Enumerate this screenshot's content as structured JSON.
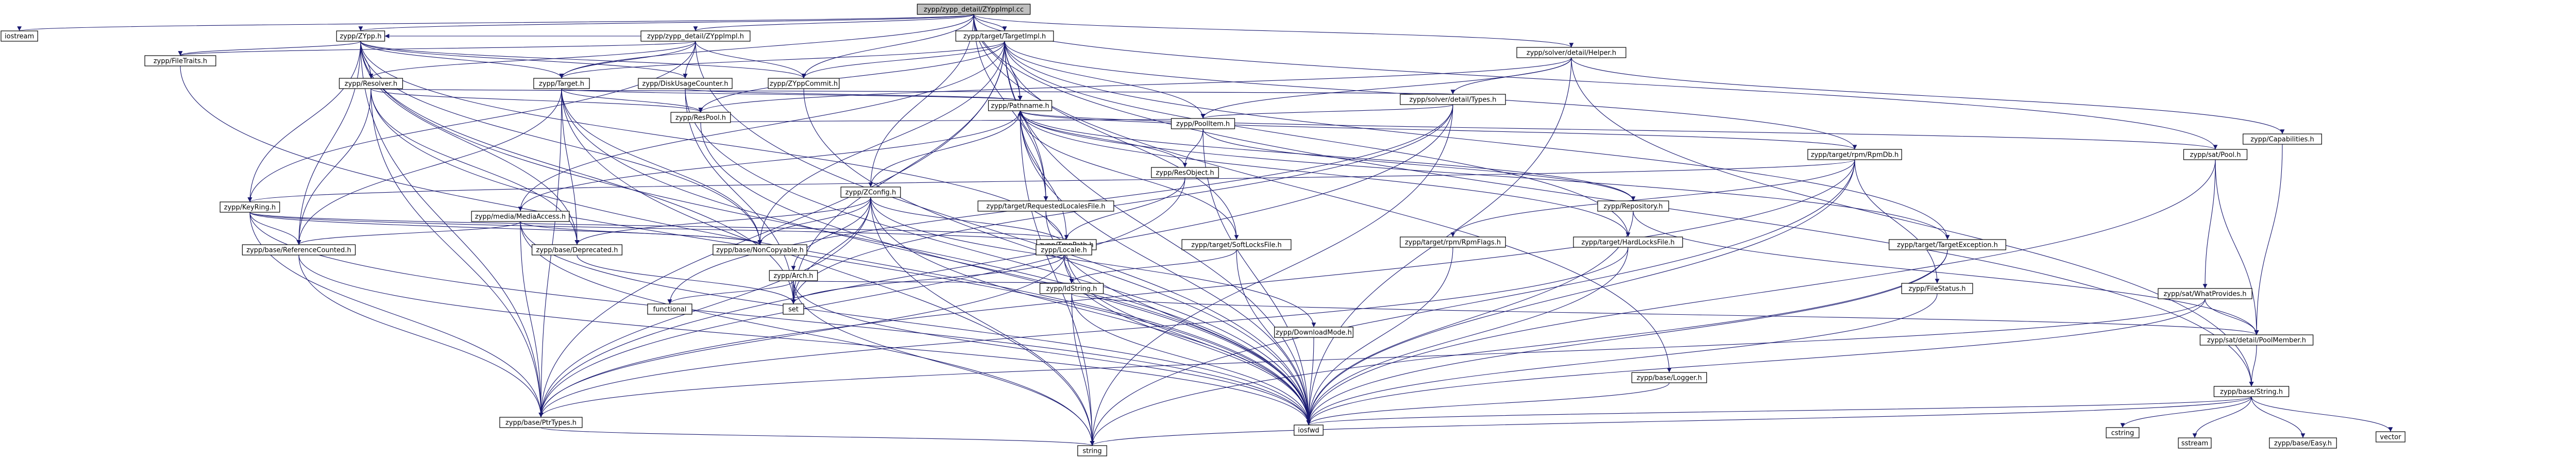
{
  "colors": {
    "root_fill": "#bfbfbf",
    "node_fill": "#ffffff",
    "node_border": "#000000",
    "incomplete_border": "#ff0000",
    "edge": "#191970",
    "text": "#000000"
  },
  "nodes": [
    {
      "id": "root",
      "label": "zypp/zypp_detail/ZYppImpl.cc",
      "kind": "root"
    },
    {
      "id": "iostream",
      "label": "iostream",
      "kind": "system"
    },
    {
      "id": "zypp_h",
      "label": "zypp/ZYpp.h",
      "kind": "local"
    },
    {
      "id": "zyppimpl_h",
      "label": "zypp/zypp_detail/ZYppImpl.h",
      "kind": "local"
    },
    {
      "id": "targetimpl_h",
      "label": "zypp/target/TargetImpl.h",
      "kind": "local"
    },
    {
      "id": "helper_h",
      "label": "zypp/solver/detail/Helper.h",
      "kind": "local"
    },
    {
      "id": "capabilities_h",
      "label": "zypp/Capabilities.h",
      "kind": "incomplete"
    },
    {
      "id": "zconfig_h",
      "label": "zypp/ZConfig.h",
      "kind": "local"
    },
    {
      "id": "pathname_h",
      "label": "zypp/Pathname.h",
      "kind": "local"
    },
    {
      "id": "pool_h",
      "label": "zypp/sat/Pool.h",
      "kind": "local"
    },
    {
      "id": "filetraits_h",
      "label": "zypp/FileTraits.h",
      "kind": "incomplete"
    },
    {
      "id": "resolver_h",
      "label": "zypp/Resolver.h",
      "kind": "incomplete"
    },
    {
      "id": "target_h",
      "label": "zypp/Target.h",
      "kind": "incomplete"
    },
    {
      "id": "diskusage_h",
      "label": "zypp/DiskUsageCounter.h",
      "kind": "local"
    },
    {
      "id": "zyppcommit_h",
      "label": "zypp/ZYppCommit.h",
      "kind": "incomplete"
    },
    {
      "id": "solvertypes_h",
      "label": "zypp/solver/detail/Types.h",
      "kind": "incomplete"
    },
    {
      "id": "respool_h",
      "label": "zypp/ResPool.h",
      "kind": "incomplete"
    },
    {
      "id": "pooltem_h",
      "label": "zypp/PoolItem.h",
      "kind": "local"
    },
    {
      "id": "keyring_h",
      "label": "zypp/KeyRing.h",
      "kind": "incomplete"
    },
    {
      "id": "mediaaccess_h",
      "label": "zypp/media/MediaAccess.h",
      "kind": "incomplete"
    },
    {
      "id": "resobject_h",
      "label": "zypp/ResObject.h",
      "kind": "incomplete"
    },
    {
      "id": "rpmdb_h",
      "label": "zypp/target/rpm/RpmDb.h",
      "kind": "incomplete"
    },
    {
      "id": "reqlocales_h",
      "label": "zypp/target/RequestedLocalesFile.h",
      "kind": "local"
    },
    {
      "id": "softlocks_h",
      "label": "zypp/target/SoftLocksFile.h",
      "kind": "local"
    },
    {
      "id": "hardlocks_h",
      "label": "zypp/target/HardLocksFile.h",
      "kind": "incomplete"
    },
    {
      "id": "targetexc_h",
      "label": "zypp/target/TargetException.h",
      "kind": "incomplete"
    },
    {
      "id": "tmppath_h",
      "label": "zypp/TmpPath.h",
      "kind": "local"
    },
    {
      "id": "rpmflags_h",
      "label": "zypp/target/rpm/RpmFlags.h",
      "kind": "incomplete"
    },
    {
      "id": "repository_h",
      "label": "zypp/Repository.h",
      "kind": "incomplete"
    },
    {
      "id": "refcounted_h",
      "label": "zypp/base/ReferenceCounted.h",
      "kind": "local"
    },
    {
      "id": "noncopyable_h",
      "label": "zypp/base/NonCopyable.h",
      "kind": "local"
    },
    {
      "id": "deprecated_h",
      "label": "zypp/base/Deprecated.h",
      "kind": "local"
    },
    {
      "id": "locale_h",
      "label": "zypp/Locale.h",
      "kind": "incomplete"
    },
    {
      "id": "arch_h",
      "label": "zypp/Arch.h",
      "kind": "incomplete"
    },
    {
      "id": "idstring_h",
      "label": "zypp/IdString.h",
      "kind": "incomplete"
    },
    {
      "id": "whatprovides_h",
      "label": "zypp/sat/WhatProvides.h",
      "kind": "incomplete"
    },
    {
      "id": "poolmember_h",
      "label": "zypp/sat/detail/PoolMember.h",
      "kind": "incomplete"
    },
    {
      "id": "filestatus_h",
      "label": "zypp/FileStatus.h",
      "kind": "incomplete"
    },
    {
      "id": "downloadmode_h",
      "label": "zypp/DownloadMode.h",
      "kind": "local"
    },
    {
      "id": "logger_h",
      "label": "zypp/base/Logger.h",
      "kind": "local"
    },
    {
      "id": "string_h",
      "label": "zypp/base/String.h",
      "kind": "local"
    },
    {
      "id": "ptrtypes_h",
      "label": "zypp/base/PtrTypes.h",
      "kind": "incomplete"
    },
    {
      "id": "easy_h",
      "label": "zypp/base/Easy.h",
      "kind": "local"
    },
    {
      "id": "set",
      "label": "set",
      "kind": "system"
    },
    {
      "id": "functional",
      "label": "functional",
      "kind": "system"
    },
    {
      "id": "iosfwd",
      "label": "iosfwd",
      "kind": "system"
    },
    {
      "id": "cstring",
      "label": "cstring",
      "kind": "system"
    },
    {
      "id": "sstream",
      "label": "sstream",
      "kind": "system"
    },
    {
      "id": "vector",
      "label": "vector",
      "kind": "system"
    },
    {
      "id": "string",
      "label": "string",
      "kind": "system"
    }
  ],
  "edges": [
    [
      "root",
      "iostream"
    ],
    [
      "root",
      "zypp_h"
    ],
    [
      "root",
      "zyppimpl_h"
    ],
    [
      "root",
      "targetimpl_h"
    ],
    [
      "root",
      "helper_h"
    ],
    [
      "root",
      "zconfig_h"
    ],
    [
      "root",
      "pool_h"
    ],
    [
      "root",
      "pathname_h"
    ],
    [
      "root",
      "target_h"
    ],
    [
      "root",
      "zyppcommit_h"
    ],
    [
      "root",
      "reqlocales_h"
    ],
    [
      "root",
      "logger_h"
    ],
    [
      "root",
      "string_h"
    ],
    [
      "zypp_h",
      "filetraits_h"
    ],
    [
      "zypp_h",
      "resolver_h"
    ],
    [
      "zypp_h",
      "target_h"
    ],
    [
      "zypp_h",
      "diskusage_h"
    ],
    [
      "zypp_h",
      "zyppcommit_h"
    ],
    [
      "zypp_h",
      "keyring_h"
    ],
    [
      "zypp_h",
      "refcounted_h"
    ],
    [
      "zypp_h",
      "noncopyable_h"
    ],
    [
      "zypp_h",
      "deprecated_h"
    ],
    [
      "zypp_h",
      "ptrtypes_h"
    ],
    [
      "zypp_h",
      "iosfwd"
    ],
    [
      "zypp_h",
      "set"
    ],
    [
      "zypp_h",
      "locale_h"
    ],
    [
      "zyppimpl_h",
      "zypp_h"
    ],
    [
      "zyppimpl_h",
      "target_h"
    ],
    [
      "zyppimpl_h",
      "resolver_h"
    ],
    [
      "zyppimpl_h",
      "zyppcommit_h"
    ],
    [
      "zyppimpl_h",
      "diskusage_h"
    ],
    [
      "zyppimpl_h",
      "keyring_h"
    ],
    [
      "zyppimpl_h",
      "iosfwd"
    ],
    [
      "zyppimpl_h",
      "filetraits_h"
    ],
    [
      "targetimpl_h",
      "target_h"
    ],
    [
      "targetimpl_h",
      "zyppcommit_h"
    ],
    [
      "targetimpl_h",
      "respool_h"
    ],
    [
      "targetimpl_h",
      "pathname_h"
    ],
    [
      "targetimpl_h",
      "mediaaccess_h"
    ],
    [
      "targetimpl_h",
      "rpmdb_h"
    ],
    [
      "targetimpl_h",
      "reqlocales_h"
    ],
    [
      "targetimpl_h",
      "softlocks_h"
    ],
    [
      "targetimpl_h",
      "hardlocks_h"
    ],
    [
      "targetimpl_h",
      "targetexc_h"
    ],
    [
      "targetimpl_h",
      "noncopyable_h"
    ],
    [
      "targetimpl_h",
      "ptrtypes_h"
    ],
    [
      "targetimpl_h",
      "iosfwd"
    ],
    [
      "targetimpl_h",
      "set"
    ],
    [
      "targetimpl_h",
      "pooltem_h"
    ],
    [
      "helper_h",
      "solvertypes_h"
    ],
    [
      "helper_h",
      "respool_h"
    ],
    [
      "helper_h",
      "pooltem_h"
    ],
    [
      "helper_h",
      "capabilities_h"
    ],
    [
      "helper_h",
      "string_h"
    ],
    [
      "helper_h",
      "iosfwd"
    ],
    [
      "capabilities_h",
      "poolmember_h"
    ],
    [
      "zconfig_h",
      "noncopyable_h"
    ],
    [
      "zconfig_h",
      "ptrtypes_h"
    ],
    [
      "zconfig_h",
      "arch_h"
    ],
    [
      "zconfig_h",
      "locale_h"
    ],
    [
      "zconfig_h",
      "pathname_h"
    ],
    [
      "zconfig_h",
      "iosfwd"
    ],
    [
      "zconfig_h",
      "string"
    ],
    [
      "zconfig_h",
      "set"
    ],
    [
      "zconfig_h",
      "downloadmode_h"
    ],
    [
      "zconfig_h",
      "deprecated_h"
    ],
    [
      "pool_h",
      "whatprovides_h"
    ],
    [
      "pool_h",
      "poolmember_h"
    ],
    [
      "pool_h",
      "pathname_h"
    ],
    [
      "pool_h",
      "iosfwd"
    ],
    [
      "pathname_h",
      "iosfwd"
    ],
    [
      "pathname_h",
      "string"
    ],
    [
      "filetraits_h",
      "iosfwd"
    ],
    [
      "resolver_h",
      "respool_h"
    ],
    [
      "resolver_h",
      "refcounted_h"
    ],
    [
      "resolver_h",
      "ptrtypes_h"
    ],
    [
      "resolver_h",
      "iosfwd"
    ],
    [
      "resolver_h",
      "solvertypes_h"
    ],
    [
      "resolver_h",
      "deprecated_h"
    ],
    [
      "target_h",
      "refcounted_h"
    ],
    [
      "target_h",
      "noncopyable_h"
    ],
    [
      "target_h",
      "ptrtypes_h"
    ],
    [
      "target_h",
      "deprecated_h"
    ],
    [
      "target_h",
      "pathname_h"
    ],
    [
      "target_h",
      "respool_h"
    ],
    [
      "target_h",
      "iosfwd"
    ],
    [
      "target_h",
      "string"
    ],
    [
      "diskusage_h",
      "pathname_h"
    ],
    [
      "diskusage_h",
      "set"
    ],
    [
      "diskusage_h",
      "iosfwd"
    ],
    [
      "zyppcommit_h",
      "iosfwd"
    ],
    [
      "solvertypes_h",
      "pooltem_h"
    ],
    [
      "solvertypes_h",
      "ptrtypes_h"
    ],
    [
      "solvertypes_h",
      "set"
    ],
    [
      "solvertypes_h",
      "functional"
    ],
    [
      "solvertypes_h",
      "string"
    ],
    [
      "respool_h",
      "pooltem_h"
    ],
    [
      "respool_h",
      "iosfwd"
    ],
    [
      "pooltem_h",
      "resobject_h"
    ],
    [
      "pooltem_h",
      "iosfwd"
    ],
    [
      "pooltem_h",
      "repository_h"
    ],
    [
      "keyring_h",
      "refcounted_h"
    ],
    [
      "keyring_h",
      "ptrtypes_h"
    ],
    [
      "keyring_h",
      "iosfwd"
    ],
    [
      "keyring_h",
      "tmppath_h"
    ],
    [
      "keyring_h",
      "locale_h"
    ],
    [
      "keyring_h",
      "noncopyable_h"
    ],
    [
      "mediaaccess_h",
      "refcounted_h"
    ],
    [
      "mediaaccess_h",
      "noncopyable_h"
    ],
    [
      "mediaaccess_h",
      "ptrtypes_h"
    ],
    [
      "mediaaccess_h",
      "pathname_h"
    ],
    [
      "mediaaccess_h",
      "iosfwd"
    ],
    [
      "mediaaccess_h",
      "string"
    ],
    [
      "resobject_h",
      "locale_h"
    ],
    [
      "resobject_h",
      "ptrtypes_h"
    ],
    [
      "resobject_h",
      "pathname_h"
    ],
    [
      "rpmdb_h",
      "rpmflags_h"
    ],
    [
      "rpmdb_h",
      "pathname_h"
    ],
    [
      "rpmdb_h",
      "ptrtypes_h"
    ],
    [
      "rpmdb_h",
      "keyring_h"
    ],
    [
      "rpmdb_h",
      "filestatus_h"
    ],
    [
      "rpmdb_h",
      "iosfwd"
    ],
    [
      "rpmdb_h",
      "string"
    ],
    [
      "reqlocales_h",
      "locale_h"
    ],
    [
      "reqlocales_h",
      "pathname_h"
    ],
    [
      "reqlocales_h",
      "iosfwd"
    ],
    [
      "softlocks_h",
      "idstring_h"
    ],
    [
      "softlocks_h",
      "pathname_h"
    ],
    [
      "softlocks_h",
      "iosfwd"
    ],
    [
      "hardlocks_h",
      "pathname_h"
    ],
    [
      "hardlocks_h",
      "iosfwd"
    ],
    [
      "hardlocks_h",
      "ptrtypes_h"
    ],
    [
      "targetexc_h",
      "pathname_h"
    ],
    [
      "targetexc_h",
      "iosfwd"
    ],
    [
      "targetexc_h",
      "string"
    ],
    [
      "tmppath_h",
      "pathname_h"
    ],
    [
      "tmppath_h",
      "ptrtypes_h"
    ],
    [
      "tmppath_h",
      "iosfwd"
    ],
    [
      "rpmflags_h",
      "iosfwd"
    ],
    [
      "repository_h",
      "pathname_h"
    ],
    [
      "repository_h",
      "poolmember_h"
    ],
    [
      "repository_h",
      "iosfwd"
    ],
    [
      "refcounted_h",
      "ptrtypes_h"
    ],
    [
      "refcounted_h",
      "iosfwd"
    ],
    [
      "deprecated_h",
      "set"
    ],
    [
      "locale_h",
      "idstring_h"
    ],
    [
      "locale_h",
      "iosfwd"
    ],
    [
      "locale_h",
      "set"
    ],
    [
      "arch_h",
      "idstring_h"
    ],
    [
      "arch_h",
      "set"
    ],
    [
      "arch_h",
      "functional"
    ],
    [
      "arch_h",
      "iosfwd"
    ],
    [
      "arch_h",
      "string"
    ],
    [
      "idstring_h",
      "poolmember_h"
    ],
    [
      "idstring_h",
      "iosfwd"
    ],
    [
      "idstring_h",
      "string"
    ],
    [
      "whatprovides_h",
      "poolmember_h"
    ],
    [
      "whatprovides_h",
      "ptrtypes_h"
    ],
    [
      "whatprovides_h",
      "iosfwd"
    ],
    [
      "poolmember_h",
      "string_h"
    ],
    [
      "filestatus_h",
      "iosfwd"
    ],
    [
      "downloadmode_h",
      "iosfwd"
    ],
    [
      "logger_h",
      "iosfwd"
    ],
    [
      "string_h",
      "iosfwd"
    ],
    [
      "string_h",
      "vector"
    ],
    [
      "string_h",
      "string"
    ],
    [
      "string_h",
      "sstream"
    ],
    [
      "string_h",
      "cstring"
    ],
    [
      "string_h",
      "easy_h"
    ],
    [
      "ptrtypes_h",
      "string"
    ]
  ]
}
